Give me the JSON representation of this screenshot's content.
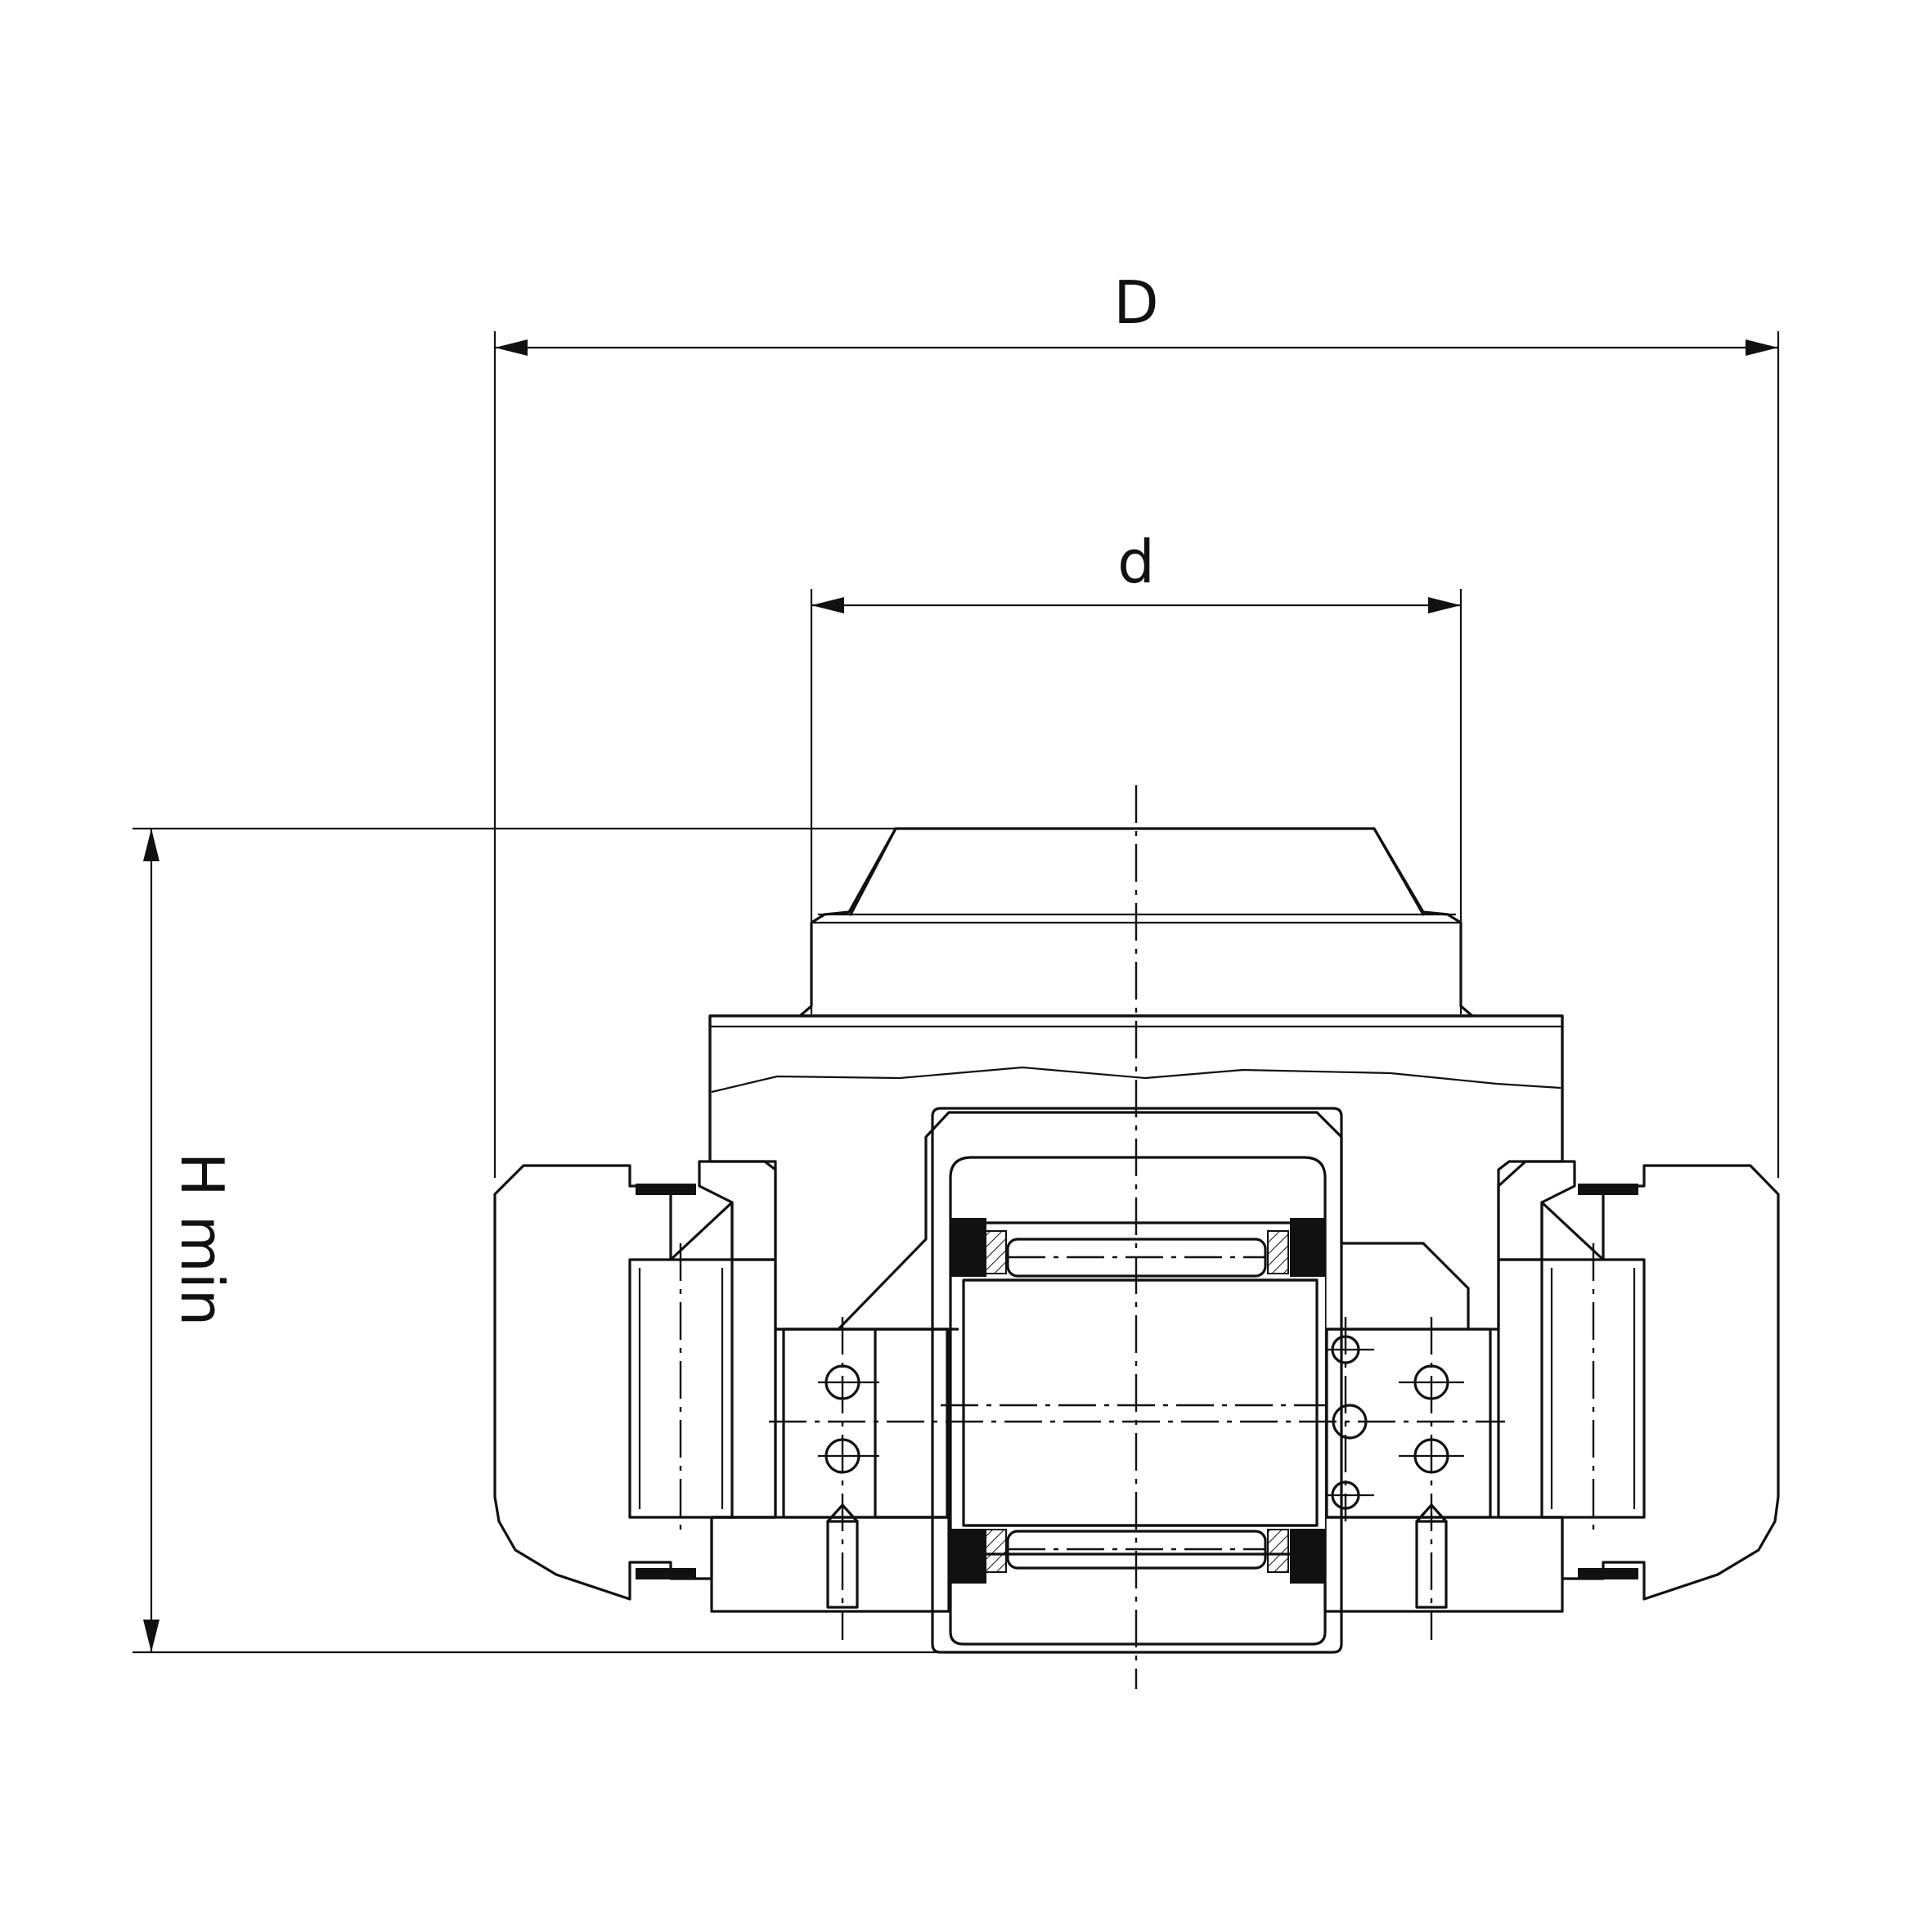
{
  "drawing": {
    "dimensions": {
      "outer_diameter_label": "D",
      "inner_diameter_label": "d",
      "height_label": "H min"
    },
    "colors": {
      "line": "#111111",
      "background": "#ffffff",
      "seal_fill": "#111111"
    }
  }
}
